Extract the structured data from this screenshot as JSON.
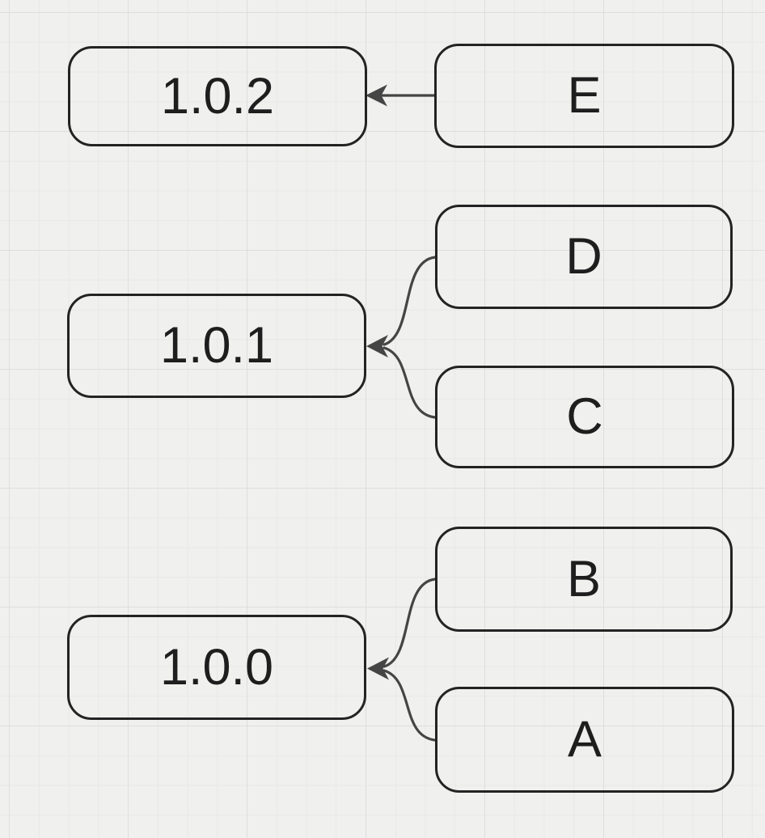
{
  "diagram": {
    "type": "version-merge-graph",
    "background": "grid",
    "nodes": [
      {
        "id": "v102",
        "label": "1.0.2",
        "kind": "version"
      },
      {
        "id": "E",
        "label": "E",
        "kind": "change"
      },
      {
        "id": "D",
        "label": "D",
        "kind": "change"
      },
      {
        "id": "v101",
        "label": "1.0.1",
        "kind": "version"
      },
      {
        "id": "C",
        "label": "C",
        "kind": "change"
      },
      {
        "id": "B",
        "label": "B",
        "kind": "change"
      },
      {
        "id": "v100",
        "label": "1.0.0",
        "kind": "version"
      },
      {
        "id": "A",
        "label": "A",
        "kind": "change"
      }
    ],
    "edges": [
      {
        "from": "E",
        "to": "1.0.2",
        "style": "straight-arrow"
      },
      {
        "from": "D",
        "to": "1.0.1",
        "style": "curved-arrow"
      },
      {
        "from": "C",
        "to": "1.0.1",
        "style": "curved-arrow"
      },
      {
        "from": "B",
        "to": "1.0.0",
        "style": "curved-arrow"
      },
      {
        "from": "A",
        "to": "1.0.0",
        "style": "curved-arrow"
      }
    ],
    "colors": {
      "background": "#f0f0ef",
      "grid_minor": "#e8e8e6",
      "grid_major": "#dedede",
      "node_stroke": "#232323",
      "edge_stroke": "#454545",
      "text": "#1e1e1e"
    }
  }
}
